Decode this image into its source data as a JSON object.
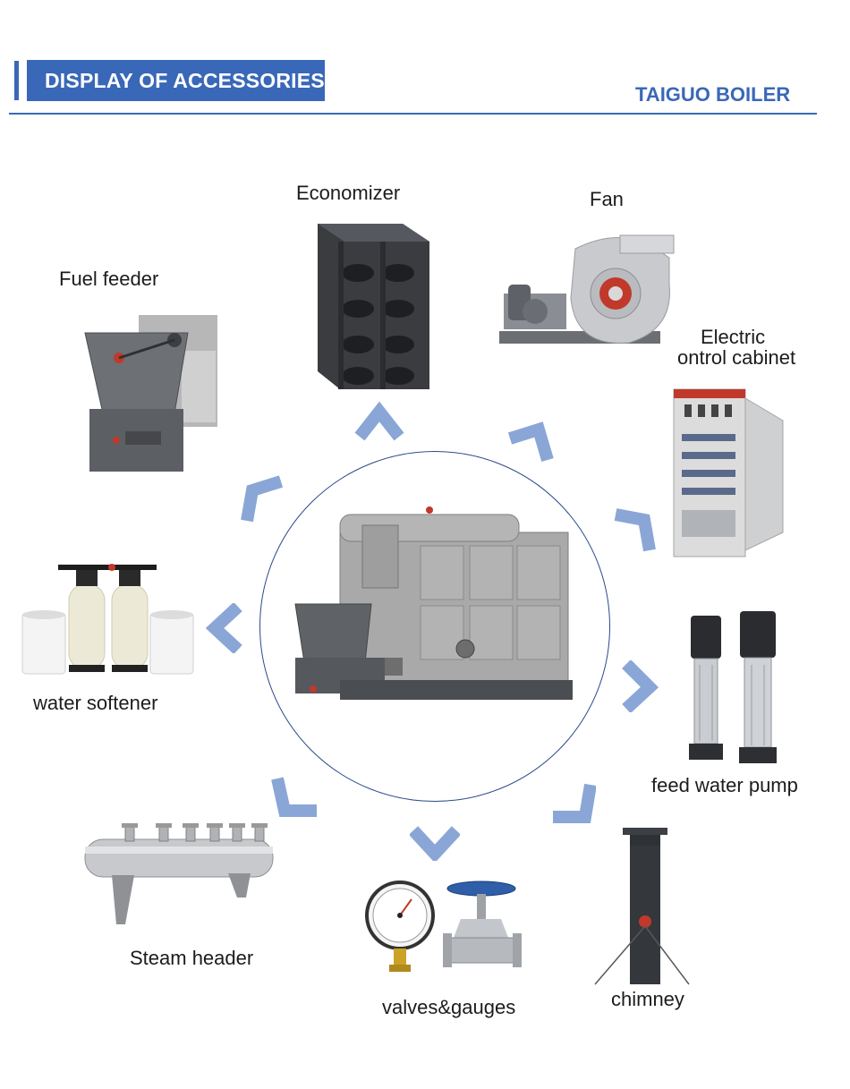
{
  "header": {
    "title": "DISPLAY OF ACCESSORIES",
    "brand": "TAIGUO BOILER"
  },
  "accessories": {
    "economizer": "Economizer",
    "fan": "Fan",
    "fuel_feeder": "Fuel feeder",
    "cabinet_line1": "Electric",
    "cabinet_line2": "ontrol cabinet",
    "water_softener": "water softener",
    "feed_water_pump": "feed water pump",
    "steam_header": "Steam header",
    "valves_gauges": "valves&gauges",
    "chimney": "chimney"
  },
  "colors": {
    "accent": "#3a68b8",
    "arrow": "#8aa6d6",
    "circle": "#2b4a8a"
  }
}
